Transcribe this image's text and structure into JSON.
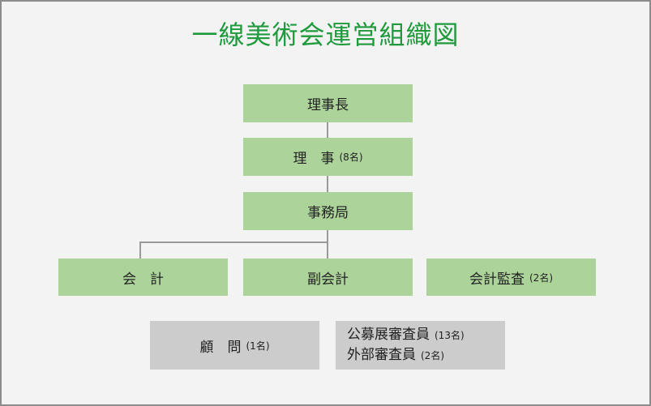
{
  "title": "一線美術会運営組織図",
  "boxes": {
    "chairman": {
      "label": "理事長"
    },
    "directors": {
      "label": "理　事",
      "note": "(8名)"
    },
    "secretariat": {
      "label": "事務局"
    },
    "accounting": {
      "label": "会　計"
    },
    "vice_accounting": {
      "label": "副会計"
    },
    "auditors": {
      "label": "会計監査",
      "note": "(2名)"
    },
    "advisor": {
      "label": "顧　問",
      "note": "(1名)"
    },
    "reviewers": {
      "line1": {
        "label": "公募展審査員",
        "note": "(13名)"
      },
      "line2": {
        "label": "外部審査員",
        "note": "(2名)"
      }
    }
  },
  "colors": {
    "title": "#1f9a3c",
    "org_box": "#acd49a",
    "external_box": "#cccccc",
    "connector": "#9a9a9a"
  }
}
